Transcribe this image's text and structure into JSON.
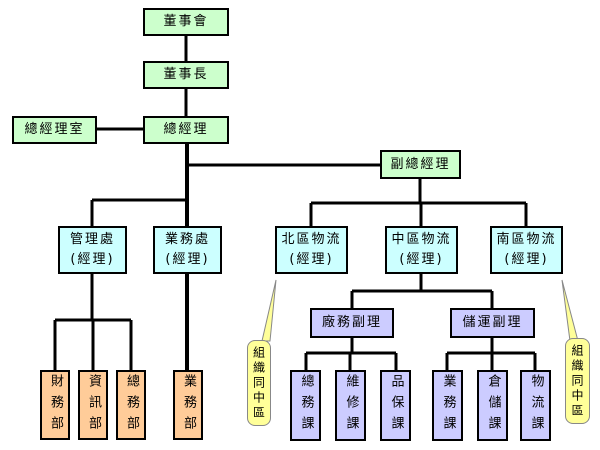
{
  "top": {
    "board": "董事會",
    "chairman": "董事長",
    "gm_office": "總經理室",
    "gm": "總經理",
    "deputy_gm": "副總經理"
  },
  "divisions": [
    {
      "name": "管理處",
      "sub": "(經理)"
    },
    {
      "name": "業務處",
      "sub": "(經理)"
    },
    {
      "name": "北區物流",
      "sub": "(經理)"
    },
    {
      "name": "中區物流",
      "sub": "(經理)"
    },
    {
      "name": "南區物流",
      "sub": "(經理)"
    }
  ],
  "admin_depts": [
    "財務部",
    "資訊部",
    "總務部"
  ],
  "sales_depts": [
    "業務部"
  ],
  "vice_managers": [
    "廠務副理",
    "儲運副理"
  ],
  "plant_sections": [
    "總務課",
    "維修課",
    "品保課"
  ],
  "logistics_sections": [
    "業務課",
    "倉儲課",
    "物流課"
  ],
  "notes": {
    "left": "組織同中區",
    "right": "組織同中區"
  },
  "colors": {
    "exec": "#ccffcc",
    "division": "#ccffff",
    "dept": "#ffcc99",
    "section": "#ccccff",
    "note": "#ffff99"
  }
}
